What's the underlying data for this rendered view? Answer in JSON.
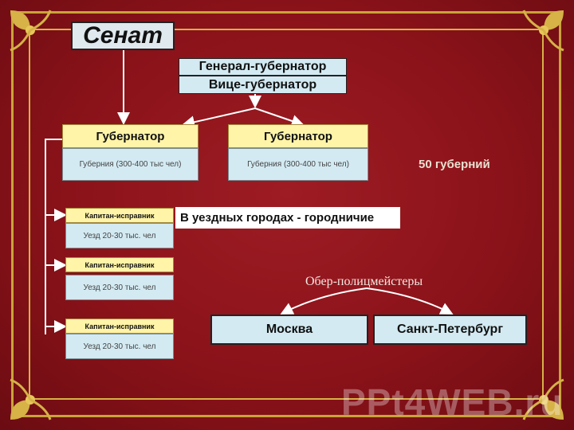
{
  "senate": "Сенат",
  "governor_general": "Генерал-губернатор",
  "vice_governor": "Вице-губернатор",
  "governors": [
    {
      "title": "Губернатор",
      "subtitle": "Губерния (300-400 тыс чел)"
    },
    {
      "title": "Губернатор",
      "subtitle": "Губерния (300-400 тыс чел)"
    }
  ],
  "gubernia_count": "50 губерний",
  "captains": [
    {
      "title": "Капитан-исправник",
      "subtitle": "Уезд 20-30 тыс. чел"
    },
    {
      "title": "Капитан-исправник",
      "subtitle": "Уезд 20-30 тыс. чел"
    },
    {
      "title": "Капитан-исправник",
      "subtitle": "Уезд 20-30 тыс. чел"
    }
  ],
  "uezd_cities": "В уездных городах - городничие",
  "ober_police": "Обер-полицмейстеры",
  "cities": [
    "Москва",
    "Санкт-Петербург"
  ],
  "watermark": "PPt4WEB.ru",
  "colors": {
    "background": "#8a1219",
    "frame_gold": "#c9a437",
    "line_white": "#ffffff",
    "box_blue": "#d3eaf2",
    "box_yellow": "#fff4a8"
  }
}
